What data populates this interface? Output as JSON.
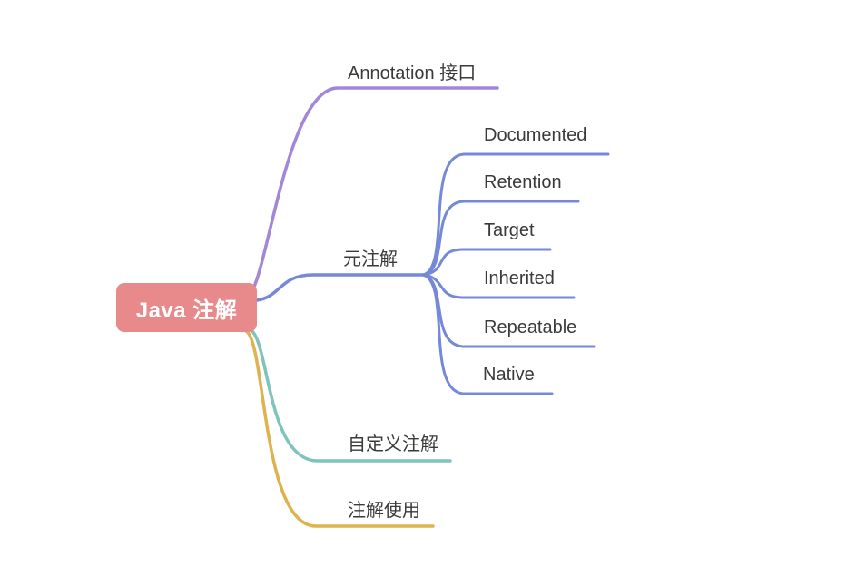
{
  "canvas": {
    "background": "#ffffff",
    "label_text_color": "#3a3a3a"
  },
  "root": {
    "label": "Java 注解",
    "fill": "#e8898c",
    "text_color": "#ffffff"
  },
  "branches": [
    {
      "label": "Annotation 接口",
      "color": "#a287d8",
      "children": []
    },
    {
      "label": "元注解",
      "color": "#7589d8",
      "children": [
        {
          "label": "Documented",
          "color": "#7589d8"
        },
        {
          "label": "Retention",
          "color": "#7589d8"
        },
        {
          "label": "Target",
          "color": "#7589d8"
        },
        {
          "label": "Inherited",
          "color": "#7589d8"
        },
        {
          "label": "Repeatable",
          "color": "#7589d8"
        },
        {
          "label": "Native",
          "color": "#7589d8"
        }
      ]
    },
    {
      "label": "自定义注解",
      "color": "#7ec4bc",
      "children": []
    },
    {
      "label": "注解使用",
      "color": "#ddb34f",
      "children": []
    }
  ]
}
